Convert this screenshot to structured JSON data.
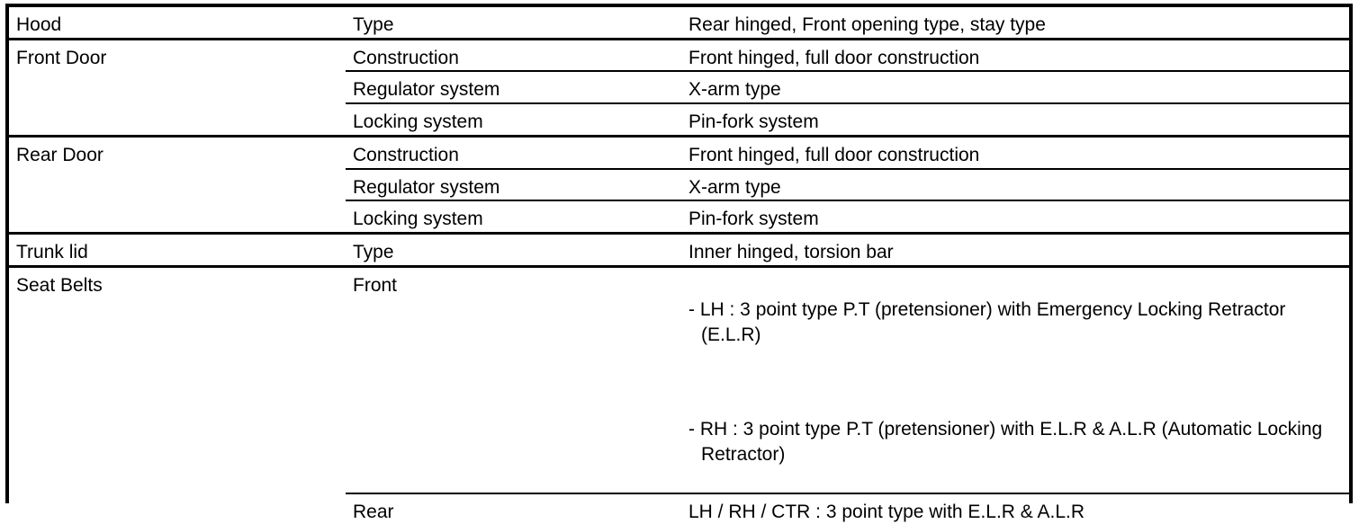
{
  "table": {
    "columns": 3,
    "rows": [
      {
        "group": true,
        "first": true,
        "component": "Hood",
        "item": "Type",
        "spec": "Rear hinged, Front opening type, stay type",
        "rowspan": 1
      },
      {
        "group": true,
        "component": "Front Door",
        "item": "Construction",
        "spec": "Front hinged, full door construction",
        "rowspan": 3
      },
      {
        "group": false,
        "component": "",
        "item": "Regulator system",
        "spec": "X-arm type"
      },
      {
        "group": false,
        "component": "",
        "item": "Locking system",
        "spec": "Pin-fork system"
      },
      {
        "group": true,
        "component": "Rear Door",
        "item": "Construction",
        "spec": "Front hinged, full door construction",
        "rowspan": 3
      },
      {
        "group": false,
        "component": "",
        "item": "Regulator system",
        "spec": "X-arm type"
      },
      {
        "group": false,
        "component": "",
        "item": "Locking system",
        "spec": "Pin-fork system"
      },
      {
        "group": true,
        "component": "Trunk lid",
        "item": "Type",
        "spec": "Inner hinged, torsion bar",
        "rowspan": 1
      },
      {
        "group": true,
        "component": "Seat Belts",
        "item": "Front",
        "spec_lines": [
          "- LH : 3 point type P.T (pretensioner) with Emergency Locking Retractor (E.L.R)",
          "- RH : 3 point type P.T (pretensioner) with E.L.R & A.L.R (Automatic Locking Retractor)"
        ],
        "rowspan": 2
      },
      {
        "group": false,
        "component": "",
        "item": "Rear",
        "spec": "LH / RH / CTR : 3 point type with E.L.R & A.L.R"
      }
    ]
  },
  "cells": {
    "hood_component": "Hood",
    "hood_item": "Type",
    "hood_spec": "Rear hinged, Front opening type, stay type",
    "front_door_component": "Front Door",
    "front_door_construction_item": "Construction",
    "front_door_construction_spec": "Front hinged, full door construction",
    "front_door_regulator_item": "Regulator system",
    "front_door_regulator_spec": "X-arm type",
    "front_door_locking_item": "Locking system",
    "front_door_locking_spec": "Pin-fork system",
    "rear_door_component": "Rear Door",
    "rear_door_construction_item": "Construction",
    "rear_door_construction_spec": "Front hinged, full door construction",
    "rear_door_regulator_item": "Regulator system",
    "rear_door_regulator_spec": "X-arm type",
    "rear_door_locking_item": "Locking system",
    "rear_door_locking_spec": "Pin-fork system",
    "trunk_lid_component": "Trunk lid",
    "trunk_lid_item": "Type",
    "trunk_lid_spec": "Inner hinged, torsion bar",
    "seat_belts_component": "Seat Belts",
    "seat_belts_front_item": "Front",
    "seat_belts_front_line1": "- LH : 3 point type P.T (pretensioner) with Emergency Locking Retractor (E.L.R)",
    "seat_belts_front_line2": "- RH : 3 point type P.T (pretensioner) with E.L.R & A.L.R (Automatic Locking Retractor)",
    "seat_belts_rear_item": "Rear",
    "seat_belts_rear_spec": "LH / RH / CTR : 3 point type with E.L.R & A.L.R"
  },
  "colors": {
    "border": "#000000",
    "text": "#000000",
    "background": "#ffffff"
  }
}
